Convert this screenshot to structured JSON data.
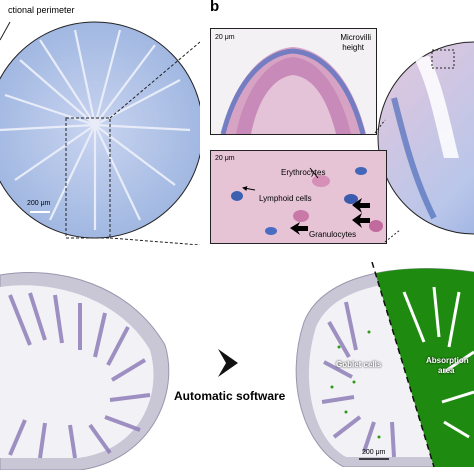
{
  "panel_a": {
    "label_perimeter": "ctional perimeter",
    "scale_bar": "200 μm"
  },
  "panel_b": {
    "letter": "b",
    "inset_top": {
      "scale": "20 μm",
      "caption_line1": "Microvilli",
      "caption_line2": "height"
    },
    "inset_bottom": {
      "scale": "20 μm",
      "erythrocytes": "Erythrocytes",
      "lymphoid": "Lymphoid cells",
      "granulocytes": "Granulocytes"
    }
  },
  "bottom": {
    "arrow_label": "Automatic software",
    "goblet": "Goblet cells",
    "absorption_line1": "Absorption",
    "absorption_line2": "area",
    "scale_bar": "200 μm"
  },
  "colors": {
    "tissue_blue": "#9db5e0",
    "tissue_pink": "#d9a6c8",
    "stain_gray": "#b7b4c8",
    "absorption_green": "#1f8a10"
  }
}
